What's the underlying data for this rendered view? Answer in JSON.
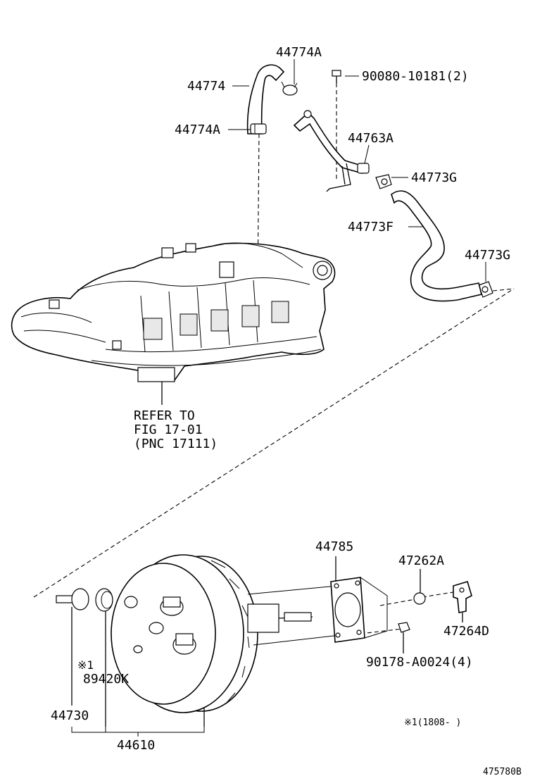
{
  "labels": {
    "hose_44774": "44774",
    "clip_44774A_top": "44774A",
    "clip_44774A_mid": "44774A",
    "bolt_90080": "90080-10181(2)",
    "pipe_44763A": "44763A",
    "clip_44773G_top": "44773G",
    "hose_44773F": "44773F",
    "clip_44773G_right": "44773G",
    "refer_line1": "REFER TO",
    "refer_line2": "FIG 17-01",
    "refer_line3": "(PNC 17111)",
    "gasket_44785": "44785",
    "plug_47262A": "47262A",
    "bracket_47264D": "47264D",
    "nut_90178": "90178-A0024(4)",
    "note_mark": "※1",
    "grommet_89420K": "89420K",
    "valve_44730": "44730",
    "booster_44610": "44610",
    "footnote": "※1(1808-    )",
    "figure_id": "475780B"
  }
}
